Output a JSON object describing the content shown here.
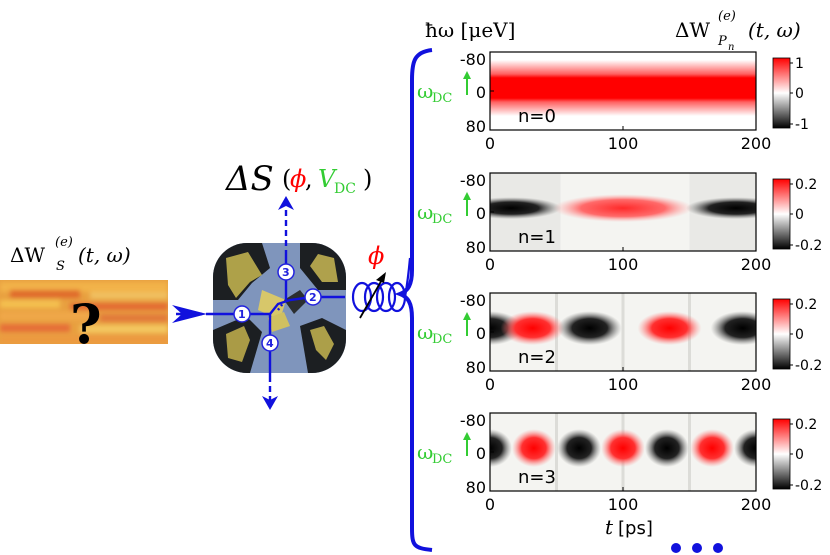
{
  "header": {
    "hbar_axis_label": "ħω [μeV]",
    "wp_label_main": "ΔW",
    "wp_label_sup": "(e)",
    "wp_label_sub": "P",
    "wp_label_subsub": "n",
    "wp_label_args": "(t, ω)"
  },
  "left": {
    "ws_label_main": "ΔW",
    "ws_label_sup": "(e)",
    "ws_label_sub": "S",
    "ws_label_args": "(t, ω)",
    "question": "?"
  },
  "scatter": {
    "delta_s": "ΔS",
    "open_paren": "(",
    "phi": "ϕ",
    "comma": ",",
    "vdc_main": "V",
    "vdc_sub": "DC",
    "close_paren": ")",
    "phi_label": "ϕ",
    "ports": [
      "1",
      "2",
      "3",
      "4"
    ]
  },
  "panels": [
    {
      "label": "n=0",
      "cb_ticks": [
        "1",
        "0",
        "-1"
      ]
    },
    {
      "label": "n=1",
      "cb_ticks": [
        "0.2",
        "0",
        "-0.2"
      ]
    },
    {
      "label": "n=2",
      "cb_ticks": [
        "0.2",
        "0",
        "-0.2"
      ]
    },
    {
      "label": "n=3",
      "cb_ticks": [
        "0.2",
        "0",
        "-0.2"
      ]
    }
  ],
  "axes": {
    "y_ticks": [
      "-80",
      "0",
      "80"
    ],
    "x_ticks": [
      "0",
      "100",
      "200"
    ],
    "omega_label": "ω",
    "omega_sub": "DC",
    "xlabel_t": "t",
    "xlabel_unit": "[ps]"
  },
  "colors": {
    "accent_red": "#ff0000",
    "blue": "#1111dd",
    "green": "#33cc33"
  }
}
